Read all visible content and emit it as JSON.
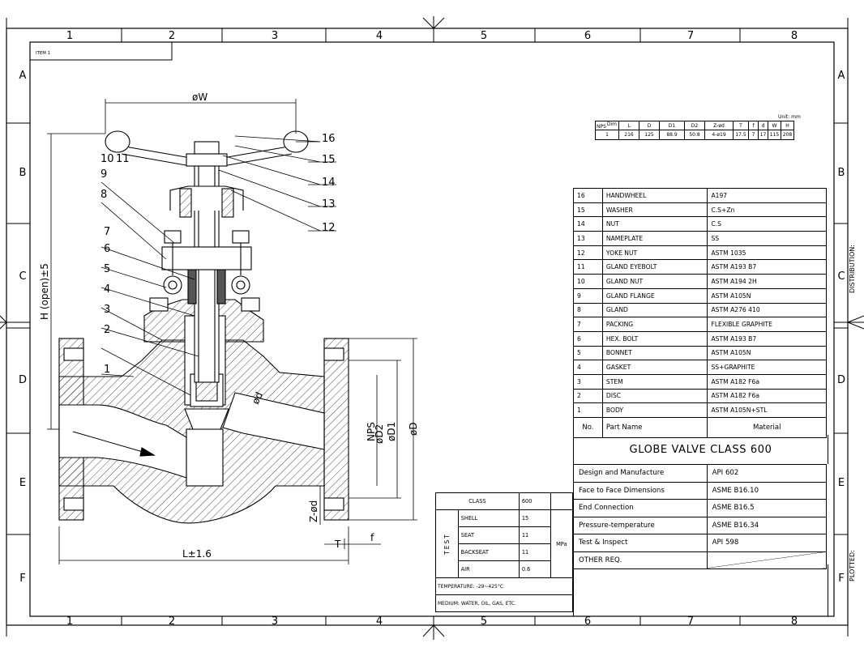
{
  "frame": {
    "columns": [
      "1",
      "2",
      "3",
      "4",
      "5",
      "6",
      "7",
      "8"
    ],
    "rows": [
      "A",
      "B",
      "C",
      "D",
      "E",
      "F"
    ],
    "item_label": "ITEM 1",
    "side_labels": [
      "DISTRIBUTION:",
      "PLOTTED:"
    ]
  },
  "dimensions_table": {
    "unit": "Unit: mm",
    "corner_dim": "Dim",
    "corner_nps": "NPS",
    "headers": [
      "L",
      "D",
      "D1",
      "D2",
      "Z-ød",
      "T",
      "f",
      "d",
      "W",
      "H"
    ],
    "row": [
      "1",
      "216",
      "125",
      "88.9",
      "50.8",
      "4-ø19",
      "17.5",
      "7",
      "17",
      "115",
      "208"
    ]
  },
  "parts": [
    {
      "no": "16",
      "name": "HANDWHEEL",
      "material": "A197"
    },
    {
      "no": "15",
      "name": "WASHER",
      "material": "C.S+Zn"
    },
    {
      "no": "14",
      "name": "NUT",
      "material": "C.S"
    },
    {
      "no": "13",
      "name": "NAMEPLATE",
      "material": "SS"
    },
    {
      "no": "12",
      "name": "YOKE NUT",
      "material": "ASTM 1035"
    },
    {
      "no": "11",
      "name": "GLAND EYEBOLT",
      "material": "ASTM A193 B7"
    },
    {
      "no": "10",
      "name": "GLAND NUT",
      "material": "ASTM A194 2H"
    },
    {
      "no": "9",
      "name": "GLAND FLANGE",
      "material": "ASTM A105N"
    },
    {
      "no": "8",
      "name": "GLAND",
      "material": "ASTM A276 410"
    },
    {
      "no": "7",
      "name": "PACKING",
      "material": "FLEXIBLE GRAPHITE"
    },
    {
      "no": "6",
      "name": "HEX. BOLT",
      "material": "ASTM A193 B7"
    },
    {
      "no": "5",
      "name": "BONNET",
      "material": "ASTM A105N"
    },
    {
      "no": "4",
      "name": "GASKET",
      "material": "SS+GRAPHITE"
    },
    {
      "no": "3",
      "name": "STEM",
      "material": "ASTM A182 F6a"
    },
    {
      "no": "2",
      "name": "DISC",
      "material": "ASTM A182 F6a"
    },
    {
      "no": "1",
      "name": "BODY",
      "material": "ASTM A105N+STL"
    }
  ],
  "parts_header": {
    "no": "No.",
    "name": "Part Name",
    "material": "Material"
  },
  "title": "GLOBE VALVE CLASS 600",
  "specs": [
    {
      "label": "Design and Manufacture",
      "value": "API 602"
    },
    {
      "label": "Face to Face Dimensions",
      "value": "ASME B16.10"
    },
    {
      "label": "End Connection",
      "value": "ASME B16.5"
    },
    {
      "label": "Pressure-temperature",
      "value": "ASME B16.34"
    },
    {
      "label": "Test & Inspect",
      "value": "API 598"
    },
    {
      "label": "OTHER REQ.",
      "value": ""
    }
  ],
  "test_table": {
    "class_label": "CLASS",
    "class_value": "600",
    "test_label": "TEST",
    "rows": [
      {
        "name": "SHELL",
        "value": "15"
      },
      {
        "name": "SEAT",
        "value": "11"
      },
      {
        "name": "BACKSEAT",
        "value": "11"
      },
      {
        "name": "AIR",
        "value": "0.6"
      }
    ],
    "unit": "MPa",
    "temperature": "TEMPERATURE: -29~425°C",
    "medium": "MEDIUM: WATER, OIL, GAS, ETC."
  },
  "drawing": {
    "balloons": [
      "1",
      "2",
      "3",
      "4",
      "5",
      "6",
      "7",
      "8",
      "9",
      "10",
      "11",
      "12",
      "13",
      "14",
      "15",
      "16"
    ],
    "dims": {
      "W": "øW",
      "H": "H (open)±5",
      "L": "L±1.6",
      "NPS": "NPS",
      "D2": "øD2",
      "D1": "øD1",
      "D": "øD",
      "d": "ød",
      "Zd": "Z-ød",
      "T": "T",
      "f": "f"
    }
  }
}
